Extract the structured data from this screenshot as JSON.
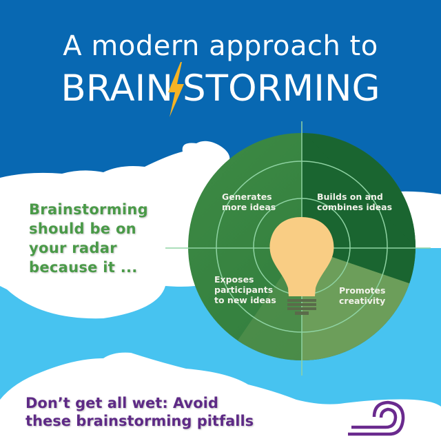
{
  "header": {
    "title_line1": "A modern approach to",
    "title_line2_left": "BRAIN",
    "title_line2_right": "STORMING",
    "bolt_icon": "lightning-bolt-icon"
  },
  "radar_section": {
    "intro_lines": [
      "Brainstorming",
      "should be on",
      "your radar",
      "because it ..."
    ],
    "quadrants": [
      {
        "position": "top-left",
        "lines": [
          "Generates",
          "more ideas"
        ]
      },
      {
        "position": "top-right",
        "lines": [
          "Builds on and",
          "combines ideas"
        ]
      },
      {
        "position": "bottom-left",
        "lines": [
          "Exposes",
          "participants",
          "to new ideas"
        ]
      },
      {
        "position": "bottom-right",
        "lines": [
          "Promotes",
          "creativity"
        ]
      }
    ],
    "center_icon": "lightbulb-icon"
  },
  "footer": {
    "lines": [
      "Don’t get all wet: Avoid",
      "these brainstorming pitfalls"
    ],
    "wave_icon": "wave-icon"
  },
  "colors": {
    "sky_dark": "#0868b2",
    "sky_light": "#47c3f0",
    "cloud": "#ffffff",
    "radar_green": "#3f8a45",
    "radar_dark_green": "#1a6530",
    "radar_light_green": "#6c9e5a",
    "grid_line": "#8fd3a3",
    "bulb": "#f9cd84",
    "bolt": "#f5b324",
    "intro_text": "#4a9a48",
    "footer_text": "#5e2a86"
  }
}
